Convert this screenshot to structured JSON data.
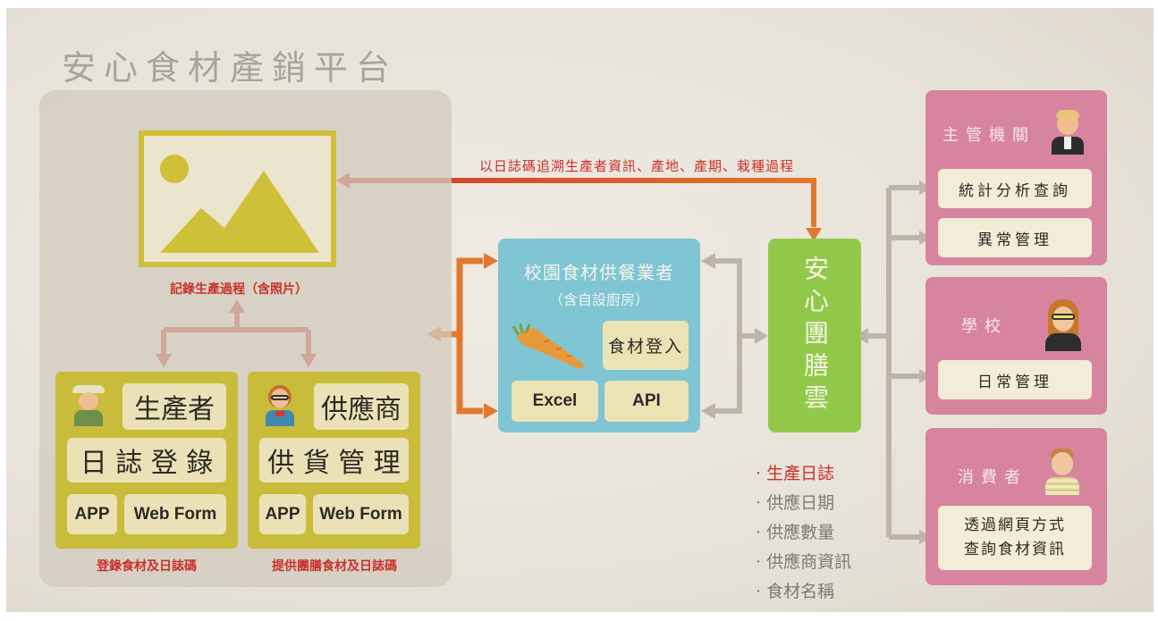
{
  "title": "安心食材產銷平台",
  "photo": {
    "caption": "記錄生產過程（含照片）"
  },
  "trace_label": "以日誌碼追溯生產者資訊、產地、產期、栽種過程",
  "producer": {
    "role": "生產者",
    "action": "日 誌 登 錄",
    "buttons": [
      "APP",
      "Web Form"
    ],
    "caption": "登錄食材及日誌碼"
  },
  "supplier": {
    "role": "供應商",
    "action": "供 貨 管 理",
    "buttons": [
      "APP",
      "Web Form"
    ],
    "caption": "提供團膳食材及日誌碼"
  },
  "vendor": {
    "title": "校園食材供餐業者",
    "subtitle": "（含自設廚房）",
    "input_label": "食材登入",
    "buttons": [
      "Excel",
      "API"
    ]
  },
  "cloud": {
    "label": "安心團膳雲"
  },
  "cloud_fields": [
    "· 生產日誌",
    "· 供應日期",
    "· 供應數量",
    "· 供應商資訊",
    "· 食材名稱"
  ],
  "authority": {
    "label": "主管機關",
    "items": [
      "統計分析查詢",
      "異常管理"
    ]
  },
  "school": {
    "label": "學校",
    "items": [
      "日常管理"
    ]
  },
  "consumer": {
    "label": "消費者",
    "items": [
      "透過網頁方式",
      "查詢食材資訊"
    ]
  },
  "colors": {
    "red_arrow": "#cc3a2e",
    "orange_arrow": "#e2782f",
    "gray_arrow": "#bdb5a8",
    "vendor_blue": "#7fc5d3",
    "cloud_green": "#92c84a",
    "pink": "#d7849e",
    "mustard": "#c9bc3a"
  }
}
